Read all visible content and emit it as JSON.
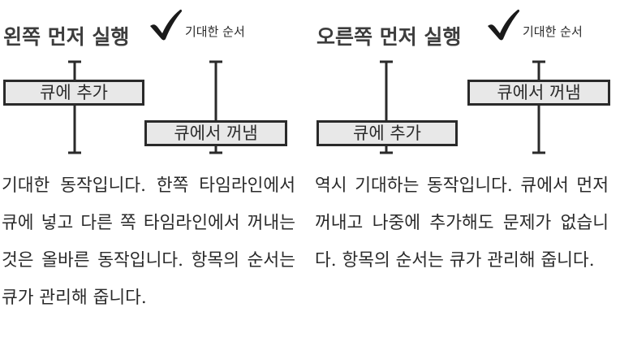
{
  "panels": {
    "left": {
      "title": "왼쪽 먼저 실행",
      "note": "기대한 순서",
      "ops": {
        "enqueue": "큐에 추가",
        "dequeue": "큐에서 꺼냄"
      },
      "description": "기대한 동작입니다. 한쪽 타임라인에서 큐에 넣고 다른 쪽 타임라인에서 꺼내는 것은 올바른 동작입니다. 항목의 순서는 큐가 관리해 줍니다."
    },
    "right": {
      "title": "오른쪽 먼저 실행",
      "note": "기대한 순서",
      "ops": {
        "dequeue": "큐에서 꺼냄",
        "enqueue": "큐에 추가"
      },
      "description": "역시 기대하는 동작입니다. 큐에서 먼저 꺼내고 나중에 추가해도 문제가 없습니다. 항목의 순서는 큐가 관리해 줍니다."
    }
  },
  "icons": {
    "check": "checkmark-icon"
  },
  "colors": {
    "ink": "#2a2a2a",
    "box_fill": "#e8e8e8"
  }
}
